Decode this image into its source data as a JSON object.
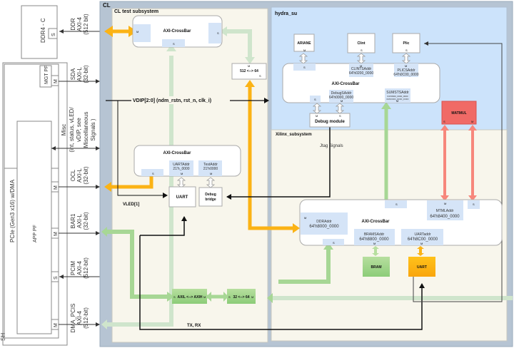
{
  "shell": {
    "label": "SH",
    "ddr4": {
      "label": "DDR4 - C",
      "port": "S"
    },
    "mgt_pf": {
      "label": "MGT PF",
      "port": "M"
    },
    "pcie": {
      "label": "PCIe (Gen3 x16) w/DMA"
    },
    "app_pf": {
      "label": "APP PF"
    },
    "ports": [
      {
        "port": "M",
        "lines": [
          "OCL",
          "AXI-L",
          "(32-bit)"
        ]
      },
      {
        "port": "M",
        "lines": [
          "BAR1",
          "AXI-L",
          "(32-bit)"
        ]
      },
      {
        "port": "S",
        "lines": [
          "PCIM",
          "AXI-4",
          "(512-bit)"
        ]
      },
      {
        "port": "M",
        "lines": [
          "DMA_PCIS",
          "AXI-4",
          "(512-bit)"
        ]
      }
    ],
    "interfaces": [
      {
        "lines": [
          "DDR",
          "AXI-4",
          "(512 bit)"
        ]
      },
      {
        "lines": [
          "SDA",
          "AXI-L",
          "(32-bit)"
        ]
      },
      {
        "lines": [
          "Misc",
          "(int, status, vLED/",
          "vDIP, see",
          "Miscellaneous",
          "Signals )"
        ]
      }
    ]
  },
  "cl": {
    "label": "CL",
    "test_subsystem": {
      "label": "CL test subsystem",
      "top_crossbar": {
        "label": "AXI-CrossBar",
        "left_port": "M",
        "right_port": "S",
        "bottom_port": "S"
      },
      "converter_512_64": {
        "label": "512 <--> 64",
        "top_port": "M",
        "bottom_port": "S"
      },
      "vdip": "VDIP[2:0] (ndm_rstn, rst_n, clk_i)",
      "bottom_crossbar": {
        "label": "AXI-CrossBar",
        "slave_port": "S",
        "uart_addr": {
          "name": "UARTAddr",
          "value": "21'h_0000",
          "port": "M"
        },
        "test_addr": {
          "name": "TestAddr",
          "value": "21'h0000",
          "port": "M"
        }
      },
      "uart": "UART",
      "debug_bridge": [
        "Debug",
        "bridge"
      ],
      "vled": "VLED[1]",
      "axil_axih": {
        "label": "AXIL <--> AXIH",
        "left": "S",
        "right": "M"
      },
      "conv_32_64": {
        "label": "32 <--> 64",
        "left": "S",
        "right": "M"
      },
      "txrx": "TX, RX"
    },
    "hydra": {
      "label": "hydra_su",
      "ariane": {
        "label": "ARIANE",
        "port": "M"
      },
      "clint": {
        "label": "Clint",
        "port": "S"
      },
      "plic": {
        "label": "Plic",
        "port": "S"
      },
      "crossbar": {
        "label": "AXI-CrossBar",
        "ariane_port": "S",
        "clint_addr": {
          "name": "CLINTSAddr",
          "value": "64'h0200_0000",
          "port": "M"
        },
        "plic_addr": {
          "name": "PLICSAddr",
          "value": "64'h0C00_0000",
          "port": "M"
        },
        "debug_slave": "S",
        "debug_addr": {
          "name": "DebugSAddr",
          "value": "64'h0000_0000",
          "port": "M"
        },
        "sumst_addr": {
          "name": "SUMSTSAddr",
          "lines": [
            "64'h8000_0000_0000",
            "64'hFFFF_FFFF_FFFF"
          ],
          "port": "M"
        }
      },
      "debug_module": {
        "label": "Debug module",
        "left_port": "M",
        "right_port": "S"
      },
      "matmul": {
        "label": "MATMUL",
        "left_port": "S",
        "right_port": "M"
      }
    },
    "xilinx": {
      "label": "Xilinx_subsystem",
      "jtag": "Jtag Signals",
      "crossbar": {
        "label": "AXI-CrossBar",
        "top_slave": "S",
        "mtml_addr": {
          "name": "MTMLAddr",
          "value": "64'h8400_0000",
          "port": "M"
        },
        "right_slave": "S",
        "ddr_addr": {
          "name": "DDRAddr",
          "value": "64'h8000_0000",
          "port": "M"
        },
        "bottom_slave": "S",
        "bram_addr": {
          "name": "BRAMSAddr",
          "value": "64'h8800_0000",
          "port": "M"
        },
        "uart_addr": {
          "name": "UARTaddr",
          "value": "64'h8C00_0000",
          "port": "M"
        }
      },
      "bram": "BRAM",
      "uart": "UART"
    }
  },
  "colors": {
    "cl_bg": "#b6c4d3",
    "cream": "#f8f6ec",
    "hydra_bg": "#cce3fb",
    "port_blue": "#d5e4f7",
    "orange": "#fbb315",
    "green": "#9ed28b",
    "green_light": "#cfe5cc",
    "red": "#f06a66",
    "red_arrow": "#f7877c"
  }
}
